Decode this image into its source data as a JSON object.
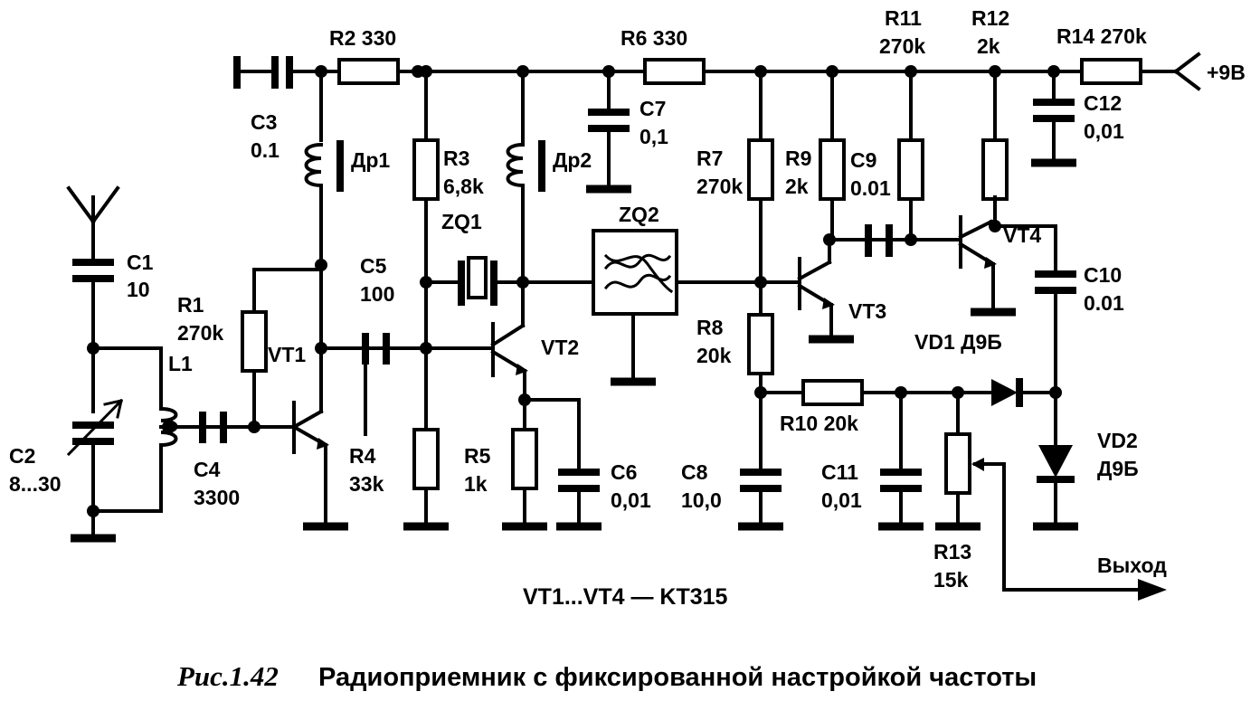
{
  "figure": {
    "number": "Рис.1.42",
    "caption": "Радиоприемник с фиксированной настройкой частоты",
    "note": "VT1...VT4 — KT315",
    "supply_label": "+9В",
    "output_label": "Выход"
  },
  "components": {
    "C1": {
      "ref": "C1",
      "value": "10"
    },
    "C2": {
      "ref": "C2",
      "value": "8...30"
    },
    "C3": {
      "ref": "C3",
      "value": "0.1"
    },
    "C4": {
      "ref": "C4",
      "value": "3300"
    },
    "C5": {
      "ref": "C5",
      "value": "100"
    },
    "C6": {
      "ref": "C6",
      "value": "0,01"
    },
    "C7": {
      "ref": "C7",
      "value": "0,1"
    },
    "C8": {
      "ref": "C8",
      "value": "10,0"
    },
    "C9": {
      "ref": "C9",
      "value": "0.01"
    },
    "C10": {
      "ref": "C10",
      "value": "0.01"
    },
    "C11": {
      "ref": "C11",
      "value": "0,01"
    },
    "C12": {
      "ref": "C12",
      "value": "0,01"
    },
    "R1": {
      "ref": "R1",
      "value": "270k"
    },
    "R2": {
      "ref": "R2",
      "value": "330"
    },
    "R3": {
      "ref": "R3",
      "value": "6,8k"
    },
    "R4": {
      "ref": "R4",
      "value": "33k"
    },
    "R5": {
      "ref": "R5",
      "value": "1k"
    },
    "R6": {
      "ref": "R6",
      "value": "330"
    },
    "R7": {
      "ref": "R7",
      "value": "270k"
    },
    "R8": {
      "ref": "R8",
      "value": "20k"
    },
    "R9": {
      "ref": "R9",
      "value": "2k"
    },
    "R10": {
      "ref": "R10",
      "value": "20k"
    },
    "R11": {
      "ref": "R11",
      "value": "270k"
    },
    "R12": {
      "ref": "R12",
      "value": "2k"
    },
    "R13": {
      "ref": "R13",
      "value": "15k"
    },
    "R14": {
      "ref": "R14",
      "value": "270k"
    },
    "L1": {
      "ref": "L1",
      "value": ""
    },
    "DR1": {
      "ref": "Др1",
      "value": ""
    },
    "DR2": {
      "ref": "Др2",
      "value": ""
    },
    "ZQ1": {
      "ref": "ZQ1",
      "value": ""
    },
    "ZQ2": {
      "ref": "ZQ2",
      "value": ""
    },
    "VT1": {
      "ref": "VT1",
      "value": ""
    },
    "VT2": {
      "ref": "VT2",
      "value": ""
    },
    "VT3": {
      "ref": "VT3",
      "value": ""
    },
    "VT4": {
      "ref": "VT4",
      "value": ""
    },
    "VD1": {
      "ref": "VD1 Д9Б",
      "value": ""
    },
    "VD2_a": {
      "ref": "VD2",
      "value": "Д9Б"
    }
  },
  "labels": {
    "R2_inline": "R2 330",
    "R6_inline": "R6  330",
    "R10_inline": "R10 20k",
    "R14_inline": "R14  270k"
  },
  "colors": {
    "ink": "#000000",
    "paper": "#ffffff"
  }
}
